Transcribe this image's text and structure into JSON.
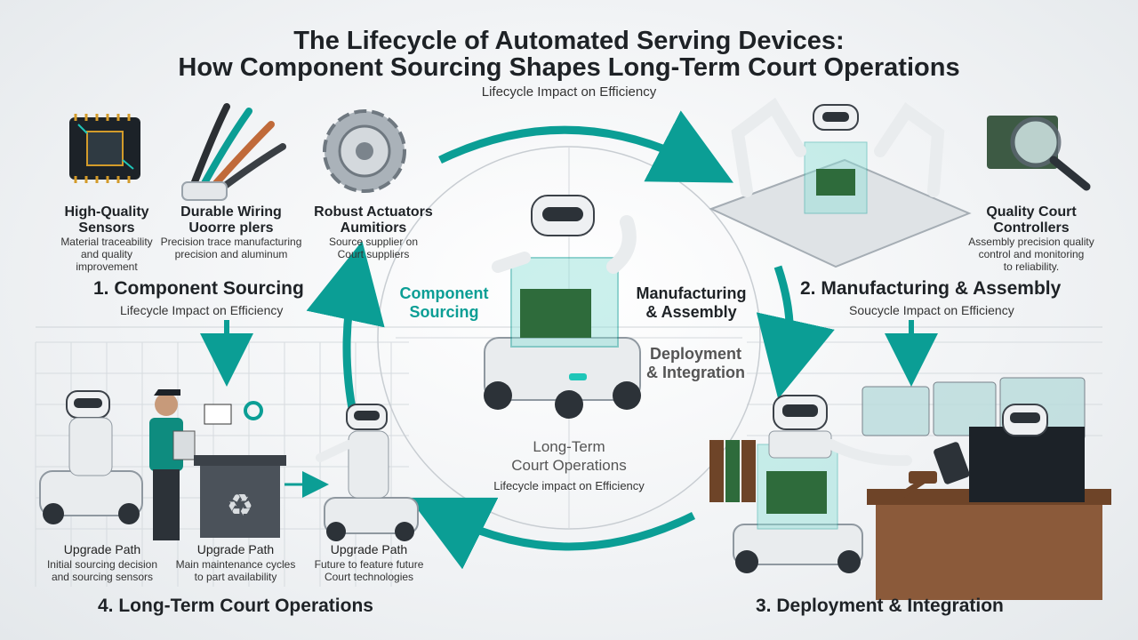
{
  "header": {
    "title_line1": "The Lifecycle of Automated Serving Devices:",
    "title_line2": "How Component Sourcing Shapes Long-Term Court Operations",
    "subtitle": "Lifecycle Impact on Efficiency"
  },
  "components": [
    {
      "title": "High-Quality\nSensors",
      "desc": "Material traceability\nand quality\nimprovement"
    },
    {
      "title": "Durable Wiring\nUoorre plers",
      "desc": "Precision trace manufacturing\nprecision and aluminum"
    },
    {
      "title": "Robust Actuators\nAumitiors",
      "desc": "Source supplier on\nCourt suppliers"
    }
  ],
  "quality": {
    "title": "Quality Court\nControllers",
    "desc": "Assembly precision quality\ncontrol and monitoring\nto reliability."
  },
  "stages": {
    "s1": {
      "title": "1. Component Sourcing",
      "sub": "Lifecycle Impact on Efficiency"
    },
    "s2": {
      "title": "2. Manufacturing & Assembly",
      "sub": "Soucycle Impact on Efficiency"
    },
    "s3": {
      "title": "3. Deployment & Integration"
    },
    "s4": {
      "title": "4. Long-Term Court Operations"
    }
  },
  "center": {
    "component": "Component\nSourcing",
    "manufacturing": "Manufacturing\n& Assembly",
    "deployment": "Deployment\n& Integration",
    "longterm": "Long-Term\nCourt Operations",
    "longterm_sub": "Lifecycle impact on Efficiency"
  },
  "upgrades": [
    {
      "title": "Upgrade Path",
      "desc": "Initial sourcing decision\nand sourcing sensors"
    },
    {
      "title": "Upgrade Path",
      "desc": "Main maintenance cycles\nto part availability"
    },
    {
      "title": "Upgrade Path",
      "desc": "Future to feature future\nCourt technologies"
    }
  ],
  "colors": {
    "accent": "#0b9e95",
    "robot_body": "#e9ecee",
    "robot_dark": "#3b4148"
  }
}
